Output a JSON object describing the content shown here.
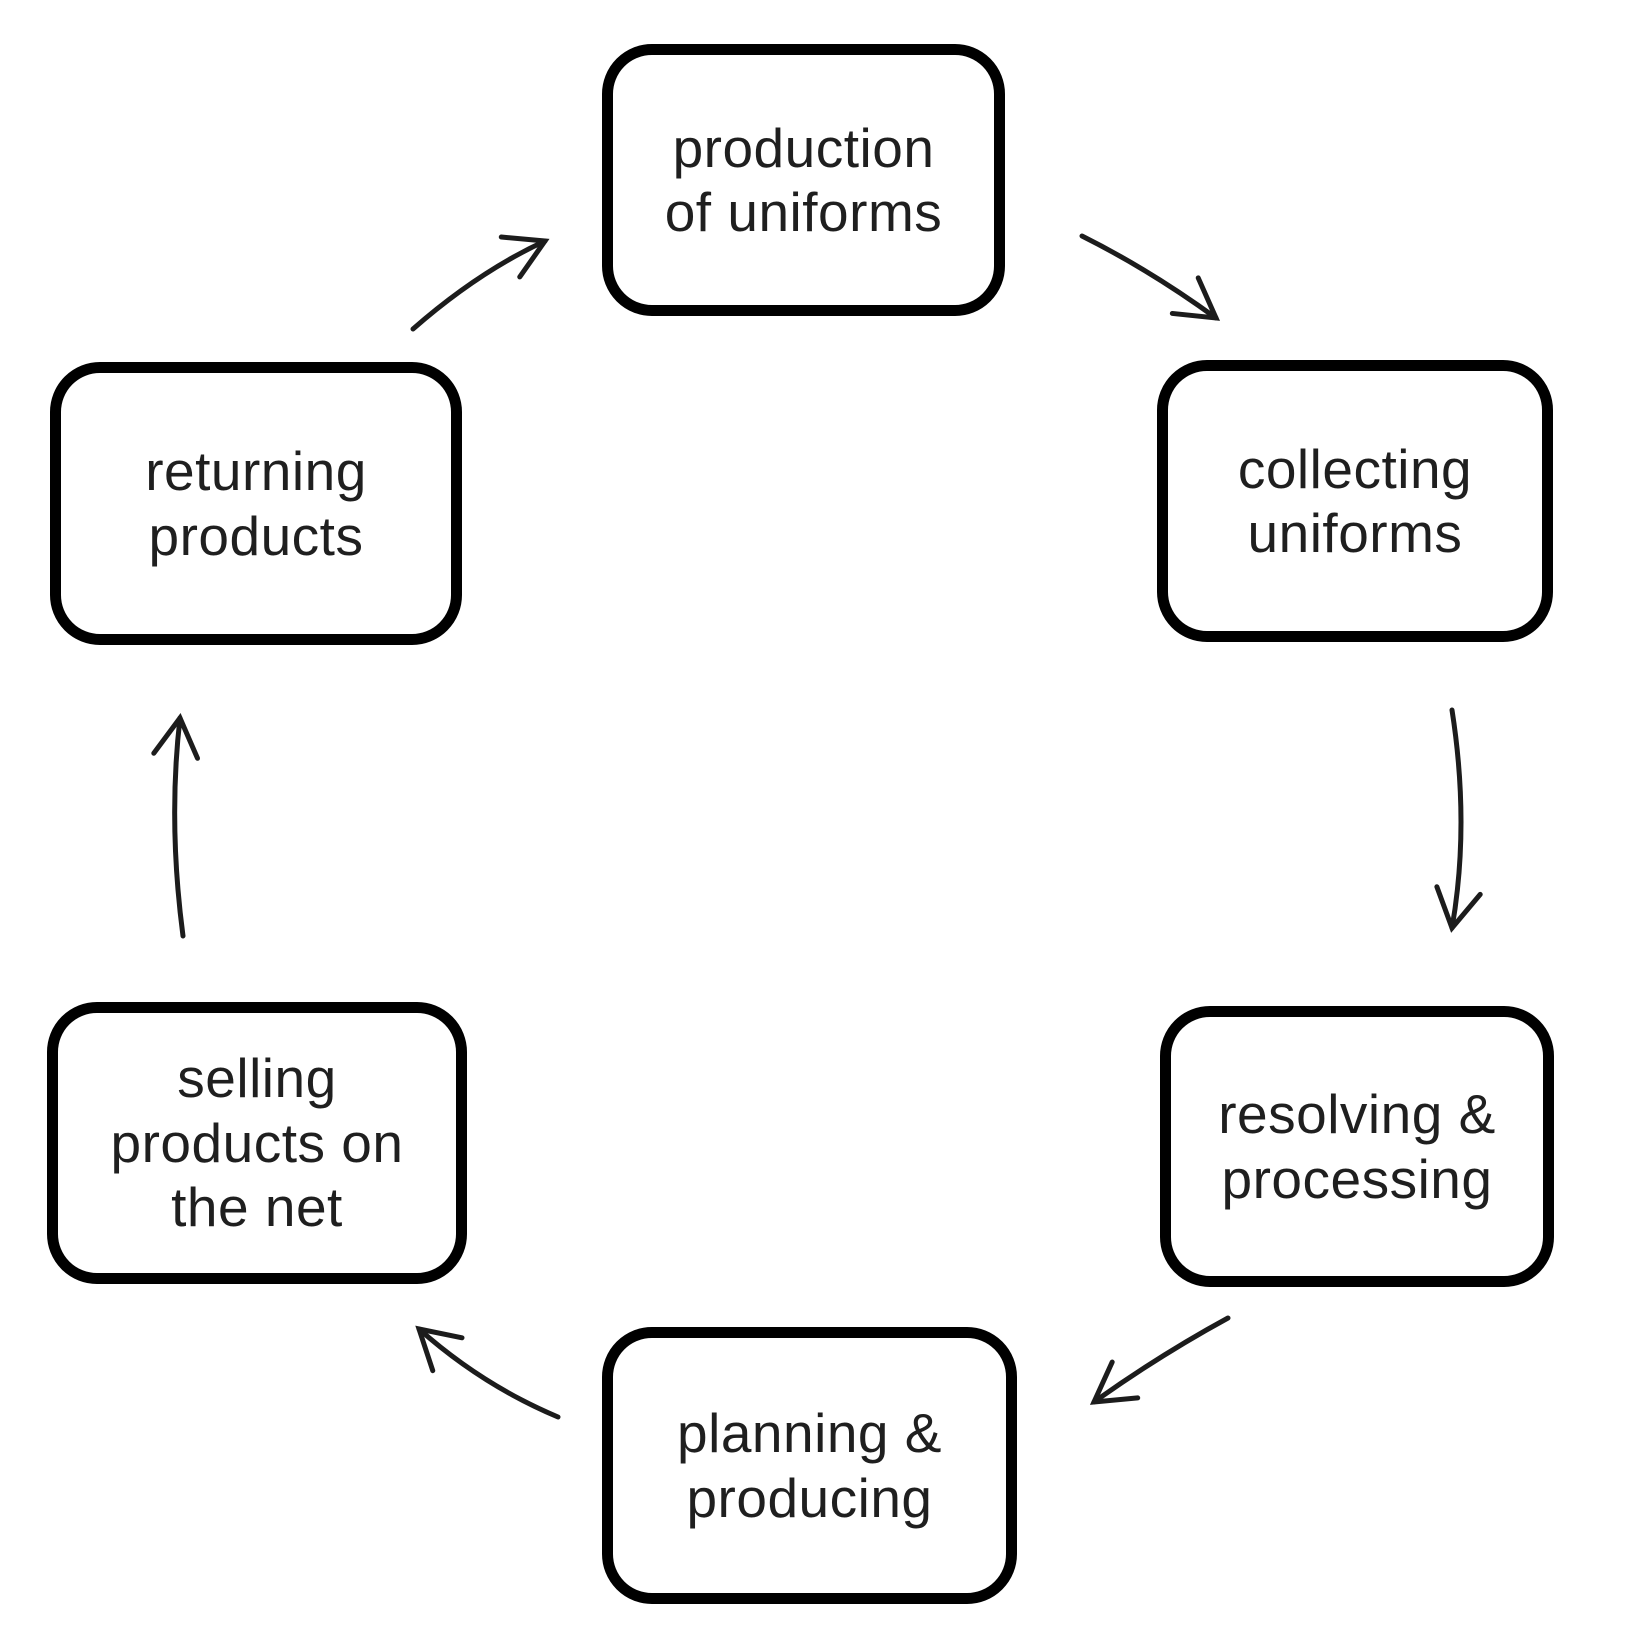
{
  "diagram": {
    "type": "cycle",
    "background": "#ffffff",
    "colors": {
      "box_border": "#000000",
      "box_fill": "#ffffff",
      "text": "#1f1f1f",
      "arrow": "#1c1c1c"
    },
    "nodes": [
      {
        "id": "production-of-uniforms",
        "label": "production\nof uniforms"
      },
      {
        "id": "collecting-uniforms",
        "label": "collecting\nuniforms"
      },
      {
        "id": "resolving-processing",
        "label": "resolving &\nprocessing"
      },
      {
        "id": "planning-producing",
        "label": "planning &\nproducing"
      },
      {
        "id": "selling-products-net",
        "label": "selling\nproducts on\nthe net"
      },
      {
        "id": "returning-products",
        "label": "returning\nproducts"
      }
    ],
    "edges": [
      {
        "from": "production of uniforms",
        "to": "collecting uniforms"
      },
      {
        "from": "collecting uniforms",
        "to": "resolving & processing"
      },
      {
        "from": "resolving & processing",
        "to": "planning & producing"
      },
      {
        "from": "planning & producing",
        "to": "selling products on the net"
      },
      {
        "from": "selling products on the net",
        "to": "returning products"
      },
      {
        "from": "returning products",
        "to": "production of uniforms"
      }
    ]
  }
}
